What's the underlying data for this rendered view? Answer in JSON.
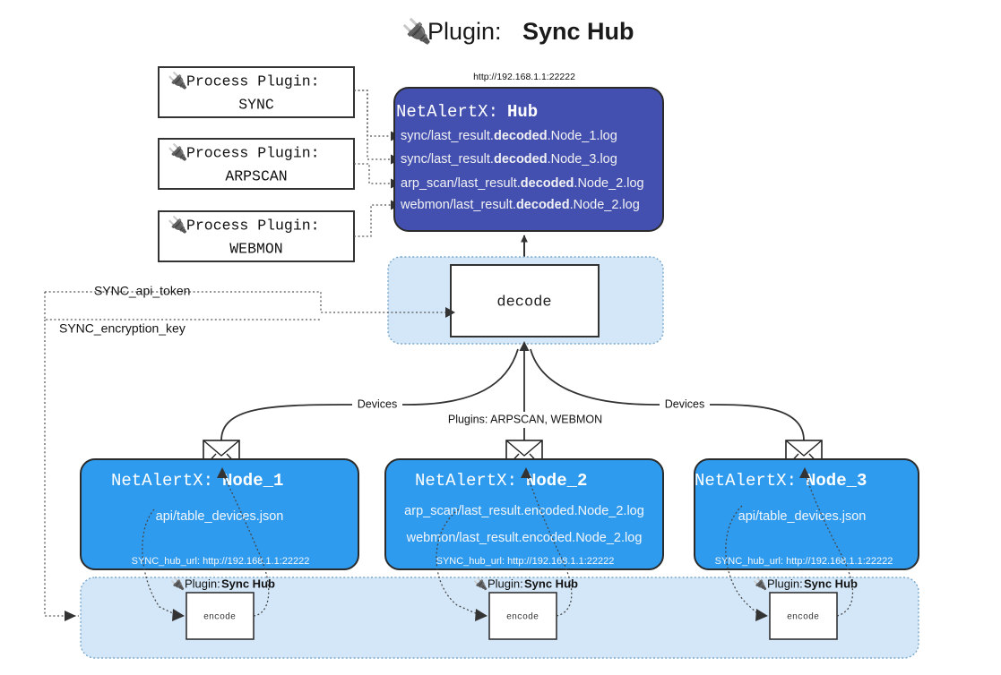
{
  "page": {
    "title_prefix": "Plugin:",
    "title_name": "Sync Hub",
    "plug_icon": "plug-icon",
    "envelope_icon": "envelope-icon"
  },
  "colors": {
    "hub_fill": "#4350af",
    "node_fill": "#2f9bee",
    "container_fill": "#d3e7f8",
    "white": "#ffffff",
    "stroke": "#333333",
    "dotted": "#555555"
  },
  "hub": {
    "url": "http://192.168.1.1:22222",
    "title_prefix": "NetAlertX:",
    "title_name": "Hub",
    "logs": [
      {
        "pre": "sync/last_result.",
        "mid": "decoded",
        "post": ".Node_1.log"
      },
      {
        "pre": "sync/last_result.",
        "mid": "decoded",
        "post": ".Node_3.log"
      },
      {
        "pre": "arp_scan/last_result.",
        "mid": "decoded",
        "post": ".Node_2.log"
      },
      {
        "pre": "webmon/last_result.",
        "mid": "decoded",
        "post": ".Node_2.log"
      }
    ]
  },
  "process_plugins": [
    {
      "label": "Process Plugin:",
      "name": "SYNC"
    },
    {
      "label": "Process Plugin:",
      "name": "ARPSCAN"
    },
    {
      "label": "Process Plugin:",
      "name": "WEBMON"
    }
  ],
  "decode": {
    "label": "decode"
  },
  "settings": [
    {
      "label": "SYNC_api_token"
    },
    {
      "label": "SYNC_encryption_key"
    }
  ],
  "edge_labels": {
    "devices_left": "Devices",
    "devices_right": "Devices",
    "plugins_mid": "Plugins: ARPSCAN, WEBMON"
  },
  "nodes": [
    {
      "title_prefix": "NetAlertX:",
      "title_name": "Node_1",
      "lines": [
        "api/table_devices.json"
      ],
      "hub_url": "SYNC_hub_url: http://192.168.1.1:22222",
      "plugin_label_prefix": "Plugin:",
      "plugin_label_name": "Sync Hub",
      "encode_label": "encode"
    },
    {
      "title_prefix": "NetAlertX:",
      "title_name": "Node_2",
      "lines": [
        "arp_scan/last_result.encoded.Node_2.log",
        "webmon/last_result.encoded.Node_2.log"
      ],
      "hub_url": "SYNC_hub_url: http://192.168.1.1:22222",
      "plugin_label_prefix": "Plugin:",
      "plugin_label_name": "Sync Hub",
      "encode_label": "encode"
    },
    {
      "title_prefix": "NetAlertX:",
      "title_name": "Node_3",
      "lines": [
        "api/table_devices.json"
      ],
      "hub_url": "SYNC_hub_url: http://192.168.1.1:22222",
      "plugin_label_prefix": "Plugin:",
      "plugin_label_name": "Sync Hub",
      "encode_label": "encode"
    }
  ]
}
